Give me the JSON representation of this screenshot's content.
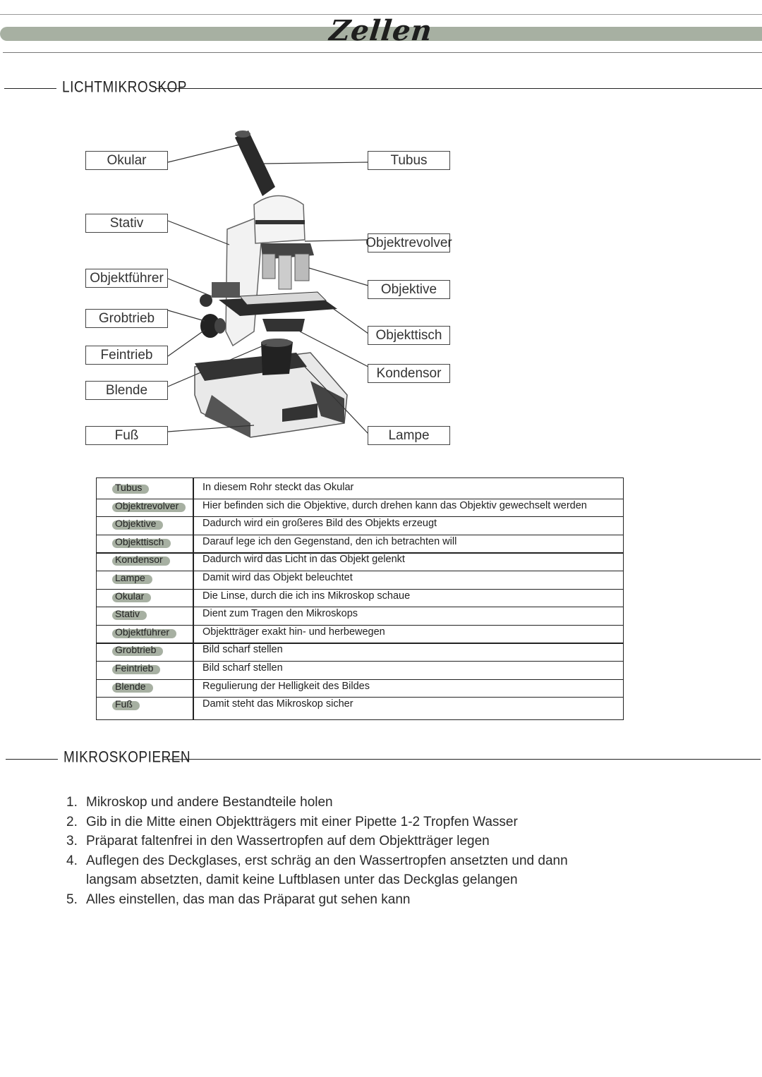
{
  "header": {
    "title": "Zellen"
  },
  "section_microscope": {
    "title": "LICHTMIKROSKOP"
  },
  "diagram": {
    "labels": {
      "okular": "Okular",
      "stativ": "Stativ",
      "objektfuehrer": "Objektführer",
      "grobtrieb": "Grobtrieb",
      "feintrieb": "Feintrieb",
      "blende": "Blende",
      "fuss": "Fuß",
      "tubus": "Tubus",
      "objektrevolver": "Objektrevolver",
      "objektive": "Objektive",
      "objekttisch": "Objekttisch",
      "kondensor": "Kondensor",
      "lampe": "Lampe"
    }
  },
  "table": {
    "rows": [
      {
        "term": "Tubus",
        "desc": "In diesem Rohr steckt das Okular"
      },
      {
        "term": "Objektrevolver",
        "desc": "Hier befinden sich die Objektive, durch drehen kann das Objektiv gewechselt werden"
      },
      {
        "term": "Objektive",
        "desc": "Dadurch wird ein großeres Bild des Objekts erzeugt"
      },
      {
        "term": "Objekttisch",
        "desc": "Darauf lege ich den Gegenstand, den ich betrachten will"
      },
      {
        "term": "Kondensor",
        "desc": "Dadurch wird das Licht in das Objekt gelenkt"
      },
      {
        "term": "Lampe",
        "desc": "Damit wird das Objekt beleuchtet"
      },
      {
        "term": "Okular",
        "desc": "Die Linse, durch die ich ins Mikroskop schaue"
      },
      {
        "term": "Stativ",
        "desc": "Dient zum Tragen den Mikroskops"
      },
      {
        "term": "Objektführer",
        "desc": "Objektträger exakt hin- und herbewegen"
      },
      {
        "term": "Grobtrieb",
        "desc": "Bild scharf stellen"
      },
      {
        "term": "Feintrieb",
        "desc": "Bild scharf stellen"
      },
      {
        "term": "Blende",
        "desc": "Regulierung der Helligkeit des Bildes"
      },
      {
        "term": "Fuß",
        "desc": "Damit steht das Mikroskop sicher"
      }
    ]
  },
  "section_procedure": {
    "title": "MIKROSKOPIEREN"
  },
  "steps": [
    {
      "num": "1.",
      "text": "Mikroskop und andere Bestandteile holen"
    },
    {
      "num": "2.",
      "text": "Gib in die Mitte einen Objektträgers mit einer Pipette 1-2 Tropfen Wasser"
    },
    {
      "num": "3.",
      "text": "Präparat faltenfrei in den Wassertropfen auf dem Objektträger legen"
    },
    {
      "num": "4.",
      "text": "Auflegen des Deckglases, erst schräg an den Wassertropfen ansetzten und dann langsam absetzten, damit keine Luftblasen unter das Deckglas gelangen"
    },
    {
      "num": "5.",
      "text": "Alles einstellen, das man das Präparat gut sehen kann"
    }
  ],
  "colors": {
    "accent": "#a7b0a2",
    "ink": "#222222"
  }
}
